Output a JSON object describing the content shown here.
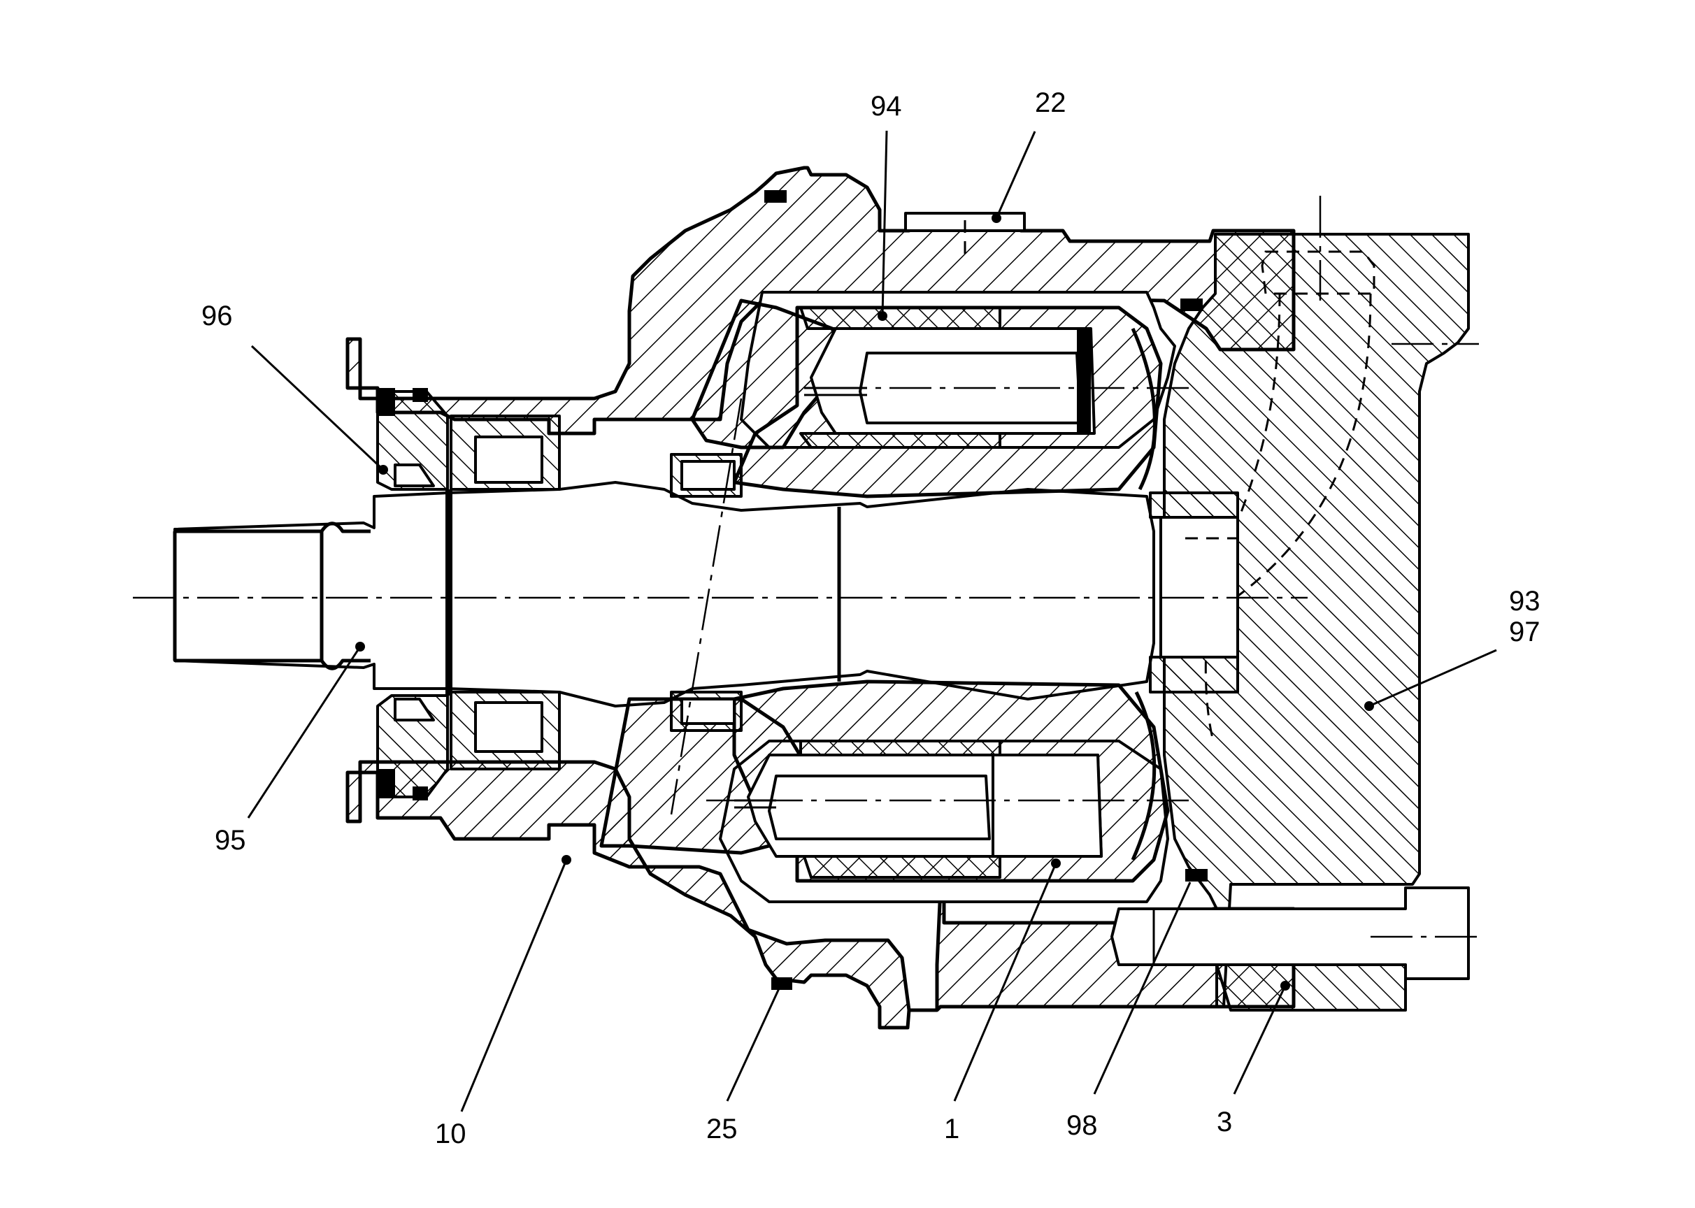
{
  "figure": {
    "type": "hydraulic axial piston unit cross-section",
    "callouts": [
      {
        "id": "c94",
        "label": "94"
      },
      {
        "id": "c22",
        "label": "22"
      },
      {
        "id": "c96",
        "label": "96"
      },
      {
        "id": "c93",
        "label": "93\n97"
      },
      {
        "id": "c95",
        "label": "95"
      },
      {
        "id": "c10",
        "label": "10"
      },
      {
        "id": "c25",
        "label": "25"
      },
      {
        "id": "c1",
        "label": "1"
      },
      {
        "id": "c98",
        "label": "98"
      },
      {
        "id": "c3",
        "label": "3"
      }
    ]
  }
}
